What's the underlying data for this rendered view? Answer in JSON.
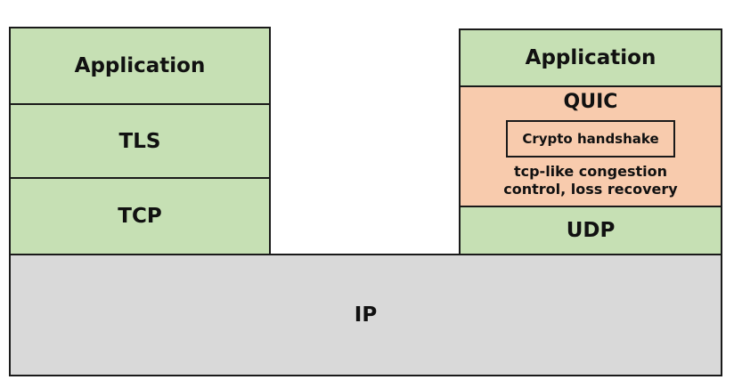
{
  "left_stack": {
    "application": "Application",
    "tls": "TLS",
    "tcp": "TCP"
  },
  "right_stack": {
    "application": "Application",
    "quic": {
      "title": "QUIC",
      "crypto": "Crypto handshake",
      "congestion_line1": "tcp-like congestion",
      "congestion_line2": "control, loss recovery"
    },
    "udp": "UDP"
  },
  "ip": "IP",
  "colors": {
    "green_layer": "#c6e0b4",
    "quic_layer": "#f8cbad",
    "ip_layer": "#d9d9d9",
    "border": "#1a1a1a"
  }
}
